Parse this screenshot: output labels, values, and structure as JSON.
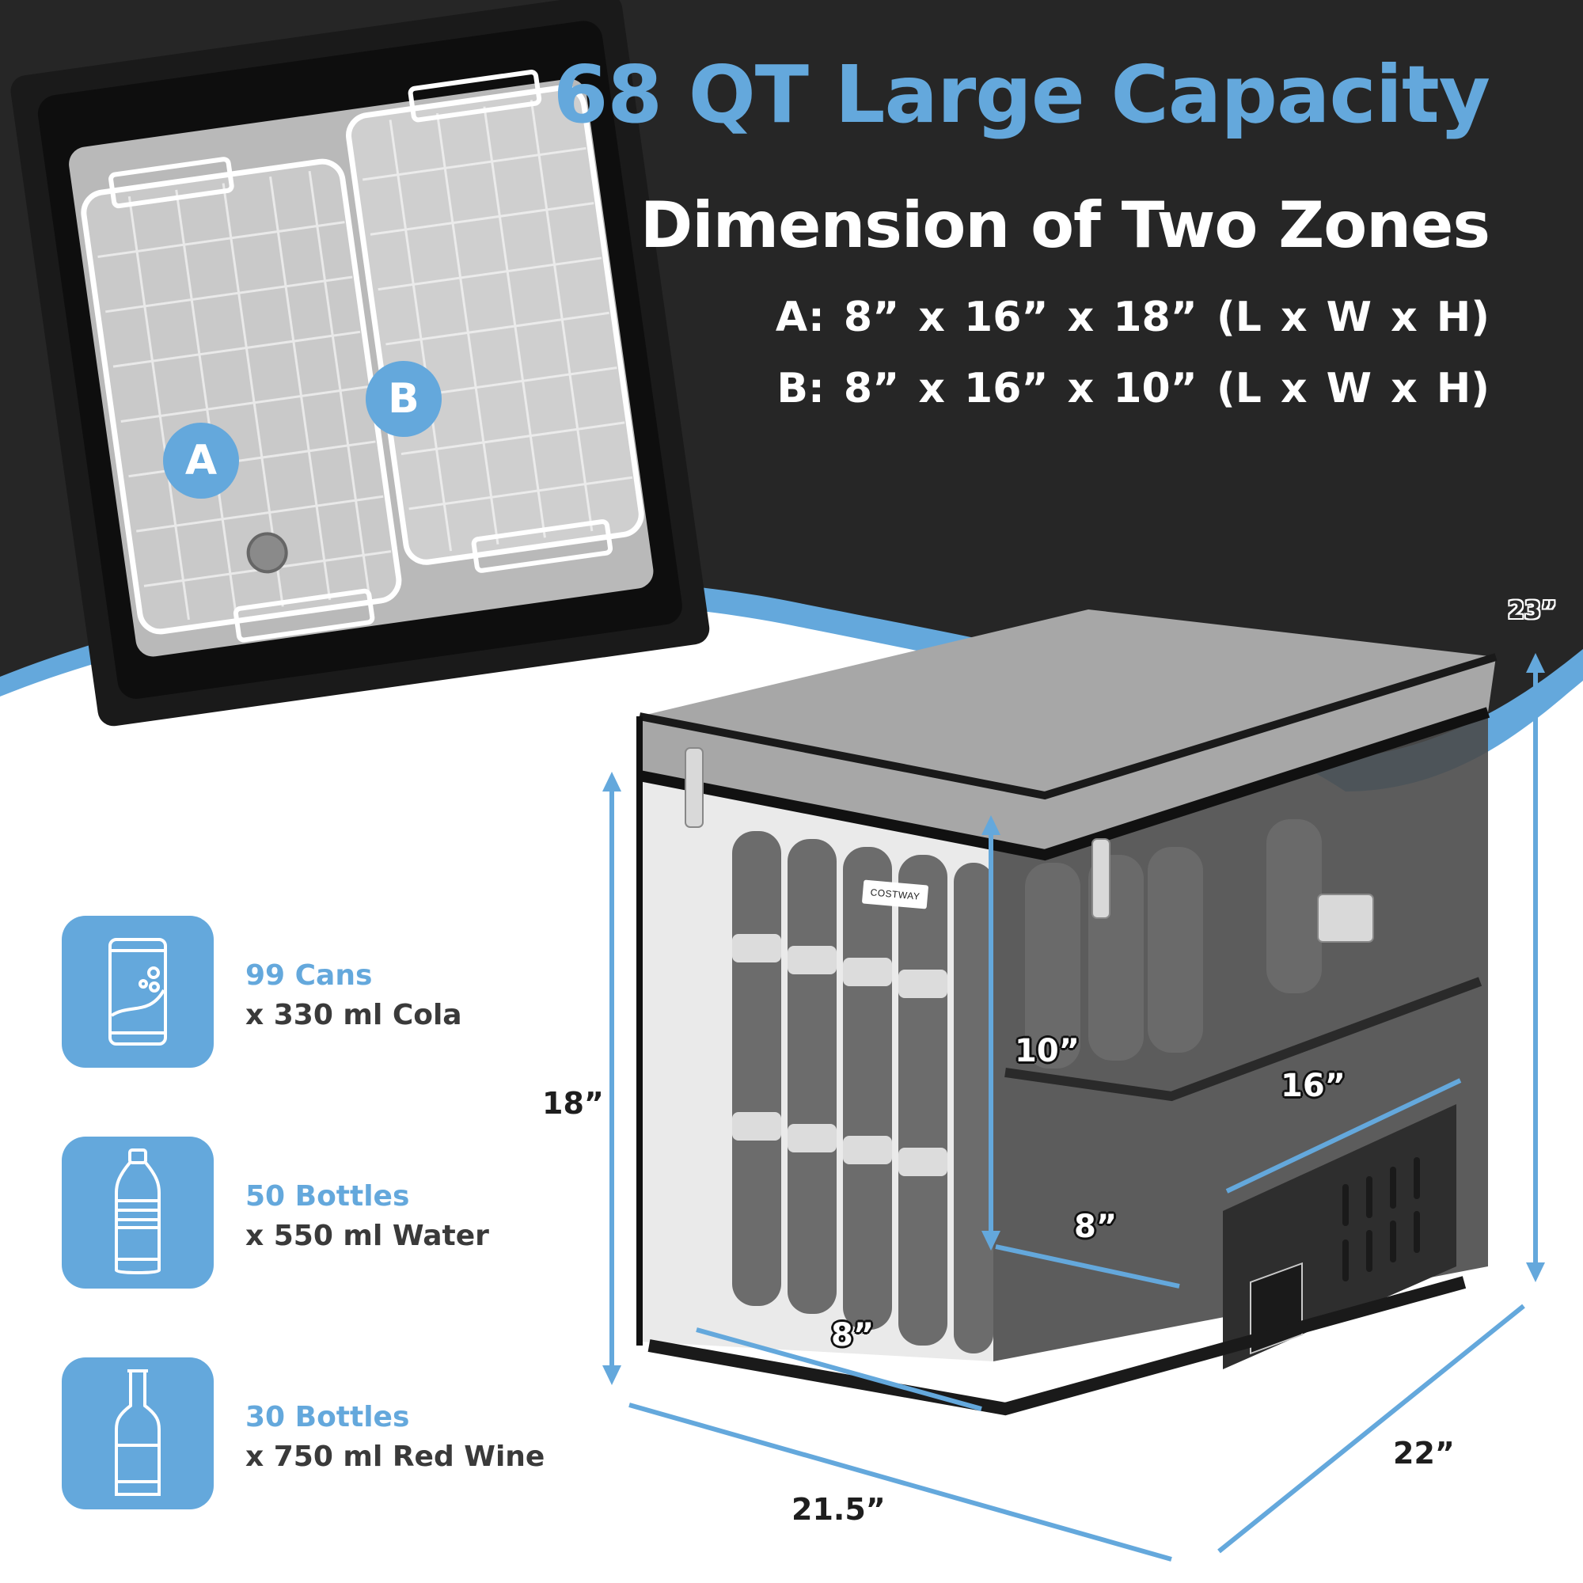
{
  "headline": {
    "title": "68 QT Large Capacity",
    "subtitle": "Dimension of Two Zones",
    "zones": [
      {
        "id": "A",
        "spec": "A: 8” x 16” x 18” (L x W x H)"
      },
      {
        "id": "B",
        "spec": "B: 8” x 16” x 10” (L x W x H)"
      }
    ]
  },
  "zone_badges": {
    "a": "A",
    "b": "B"
  },
  "capacity": [
    {
      "icon": "soda-can-icon",
      "count": "99 Cans",
      "desc": "x 330 ml Cola"
    },
    {
      "icon": "water-bottle-icon",
      "count": "50 Bottles",
      "desc": "x 550 ml Water"
    },
    {
      "icon": "wine-bottle-icon",
      "count": "30 Bottles",
      "desc": "x 750 ml Red Wine"
    }
  ],
  "dimensions": {
    "overall_height": "23”",
    "zone_a_height": "18”",
    "zone_b_height": "10”",
    "zone_b_width": "16”",
    "zone_b_length": "8”",
    "zone_a_length": "8”",
    "front_width": "21.5”",
    "side_depth": "22”"
  },
  "brand": "COSTWAY",
  "colors": {
    "accent_blue": "#64a8dc",
    "dark_bg": "#262626",
    "text_dark": "#3a3a3a",
    "white": "#ffffff"
  }
}
